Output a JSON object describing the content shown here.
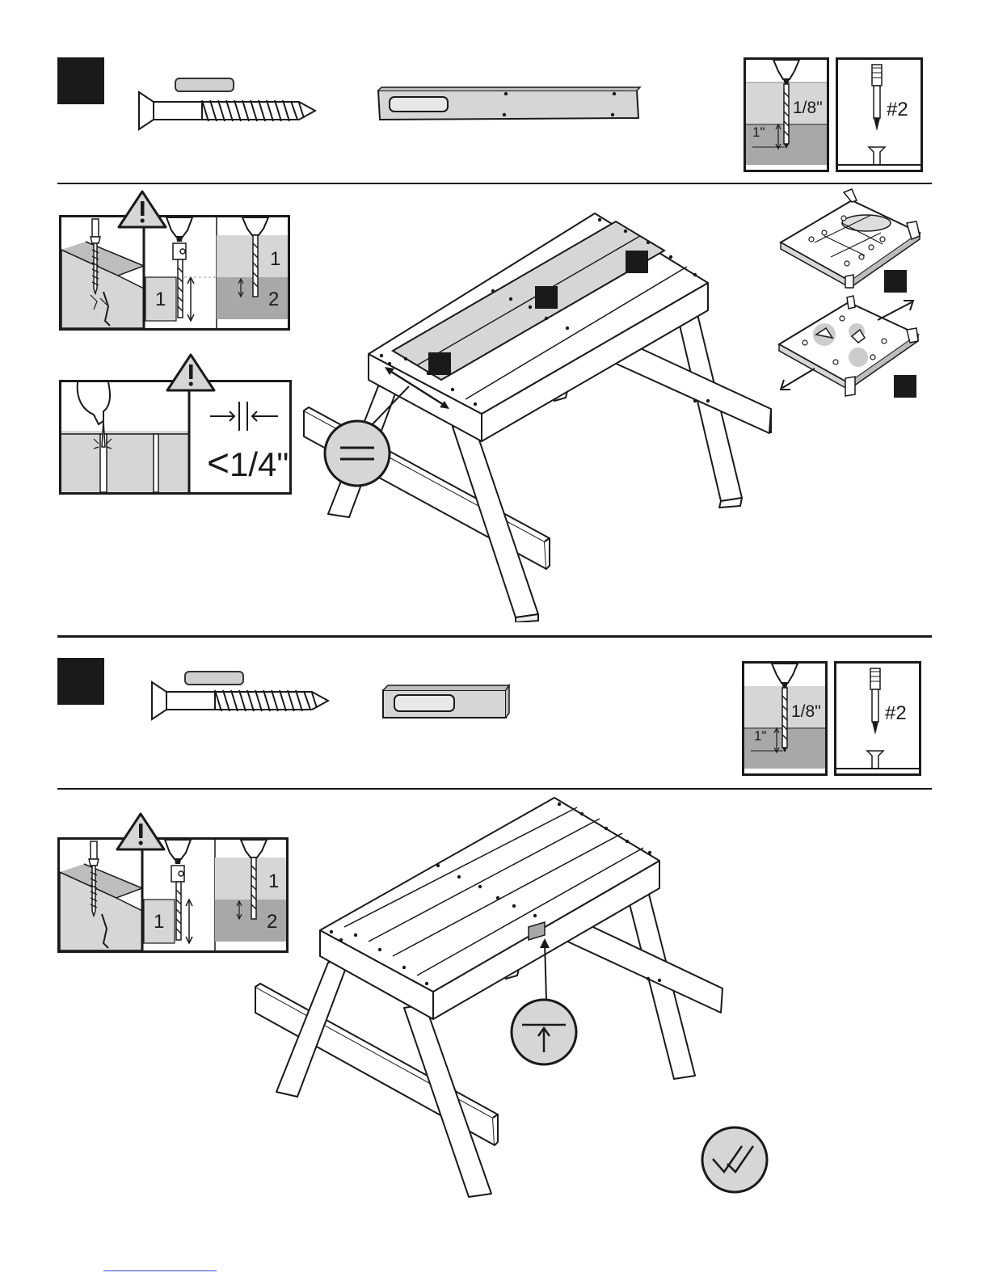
{
  "step1": {
    "drill": {
      "bit_size": "1/8\"",
      "depth": "1\""
    },
    "driver": {
      "bit": "#2"
    },
    "pilot_diagram": {
      "layer_top": "1",
      "layer_bottom": "2",
      "layer_side": "1"
    },
    "gap_callout": {
      "symbol": "<",
      "value": "1/4\""
    }
  },
  "step2": {
    "drill": {
      "bit_size": "1/8\"",
      "depth": "1\""
    },
    "driver": {
      "bit": "#2"
    },
    "pilot_diagram": {
      "layer_top": "1",
      "layer_bottom": "2",
      "layer_side": "1"
    }
  },
  "colors": {
    "ink": "#1a1a1a",
    "light_gray": "#d6d6d6",
    "mid_gray": "#a8a8a8",
    "link_blue": "#3344cc"
  },
  "icons": [
    "warning-triangle-icon",
    "drill-icon",
    "screwdriver-bit-icon",
    "equal-spacing-icon",
    "flush-align-icon",
    "check-double-icon"
  ]
}
